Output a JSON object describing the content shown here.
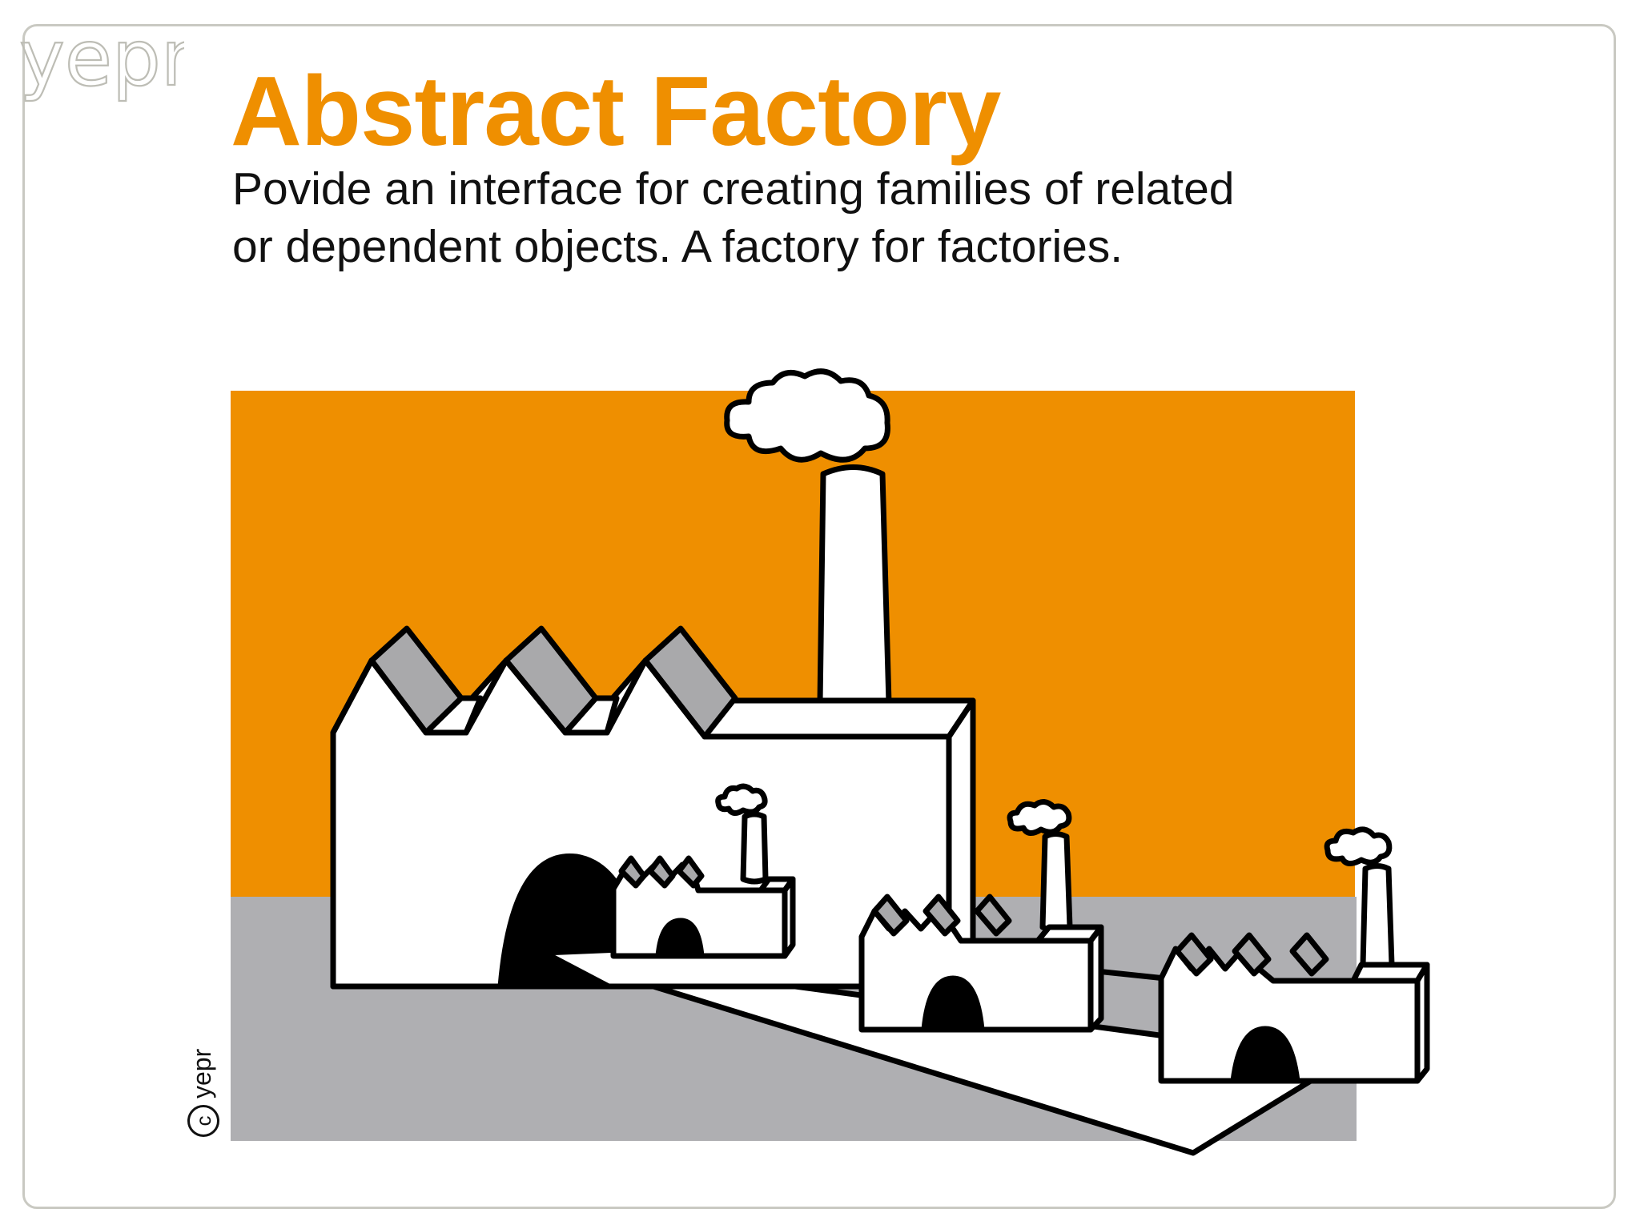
{
  "logo": {
    "text": "yepr"
  },
  "title": "Abstract Factory",
  "subtitle": {
    "line1": "Povide an interface for creating families of related",
    "line2": "or dependent objects. A factory for factories."
  },
  "copyright": {
    "symbol": "c",
    "text": "yepr"
  },
  "colors": {
    "accent": "#ef8f00",
    "ground": "#afafb2",
    "roof_panel": "#a9a9ab",
    "outline": "#000000",
    "building": "#ffffff"
  },
  "icons": [
    "factory-icon",
    "smoke-cloud-icon",
    "chimney-icon"
  ]
}
